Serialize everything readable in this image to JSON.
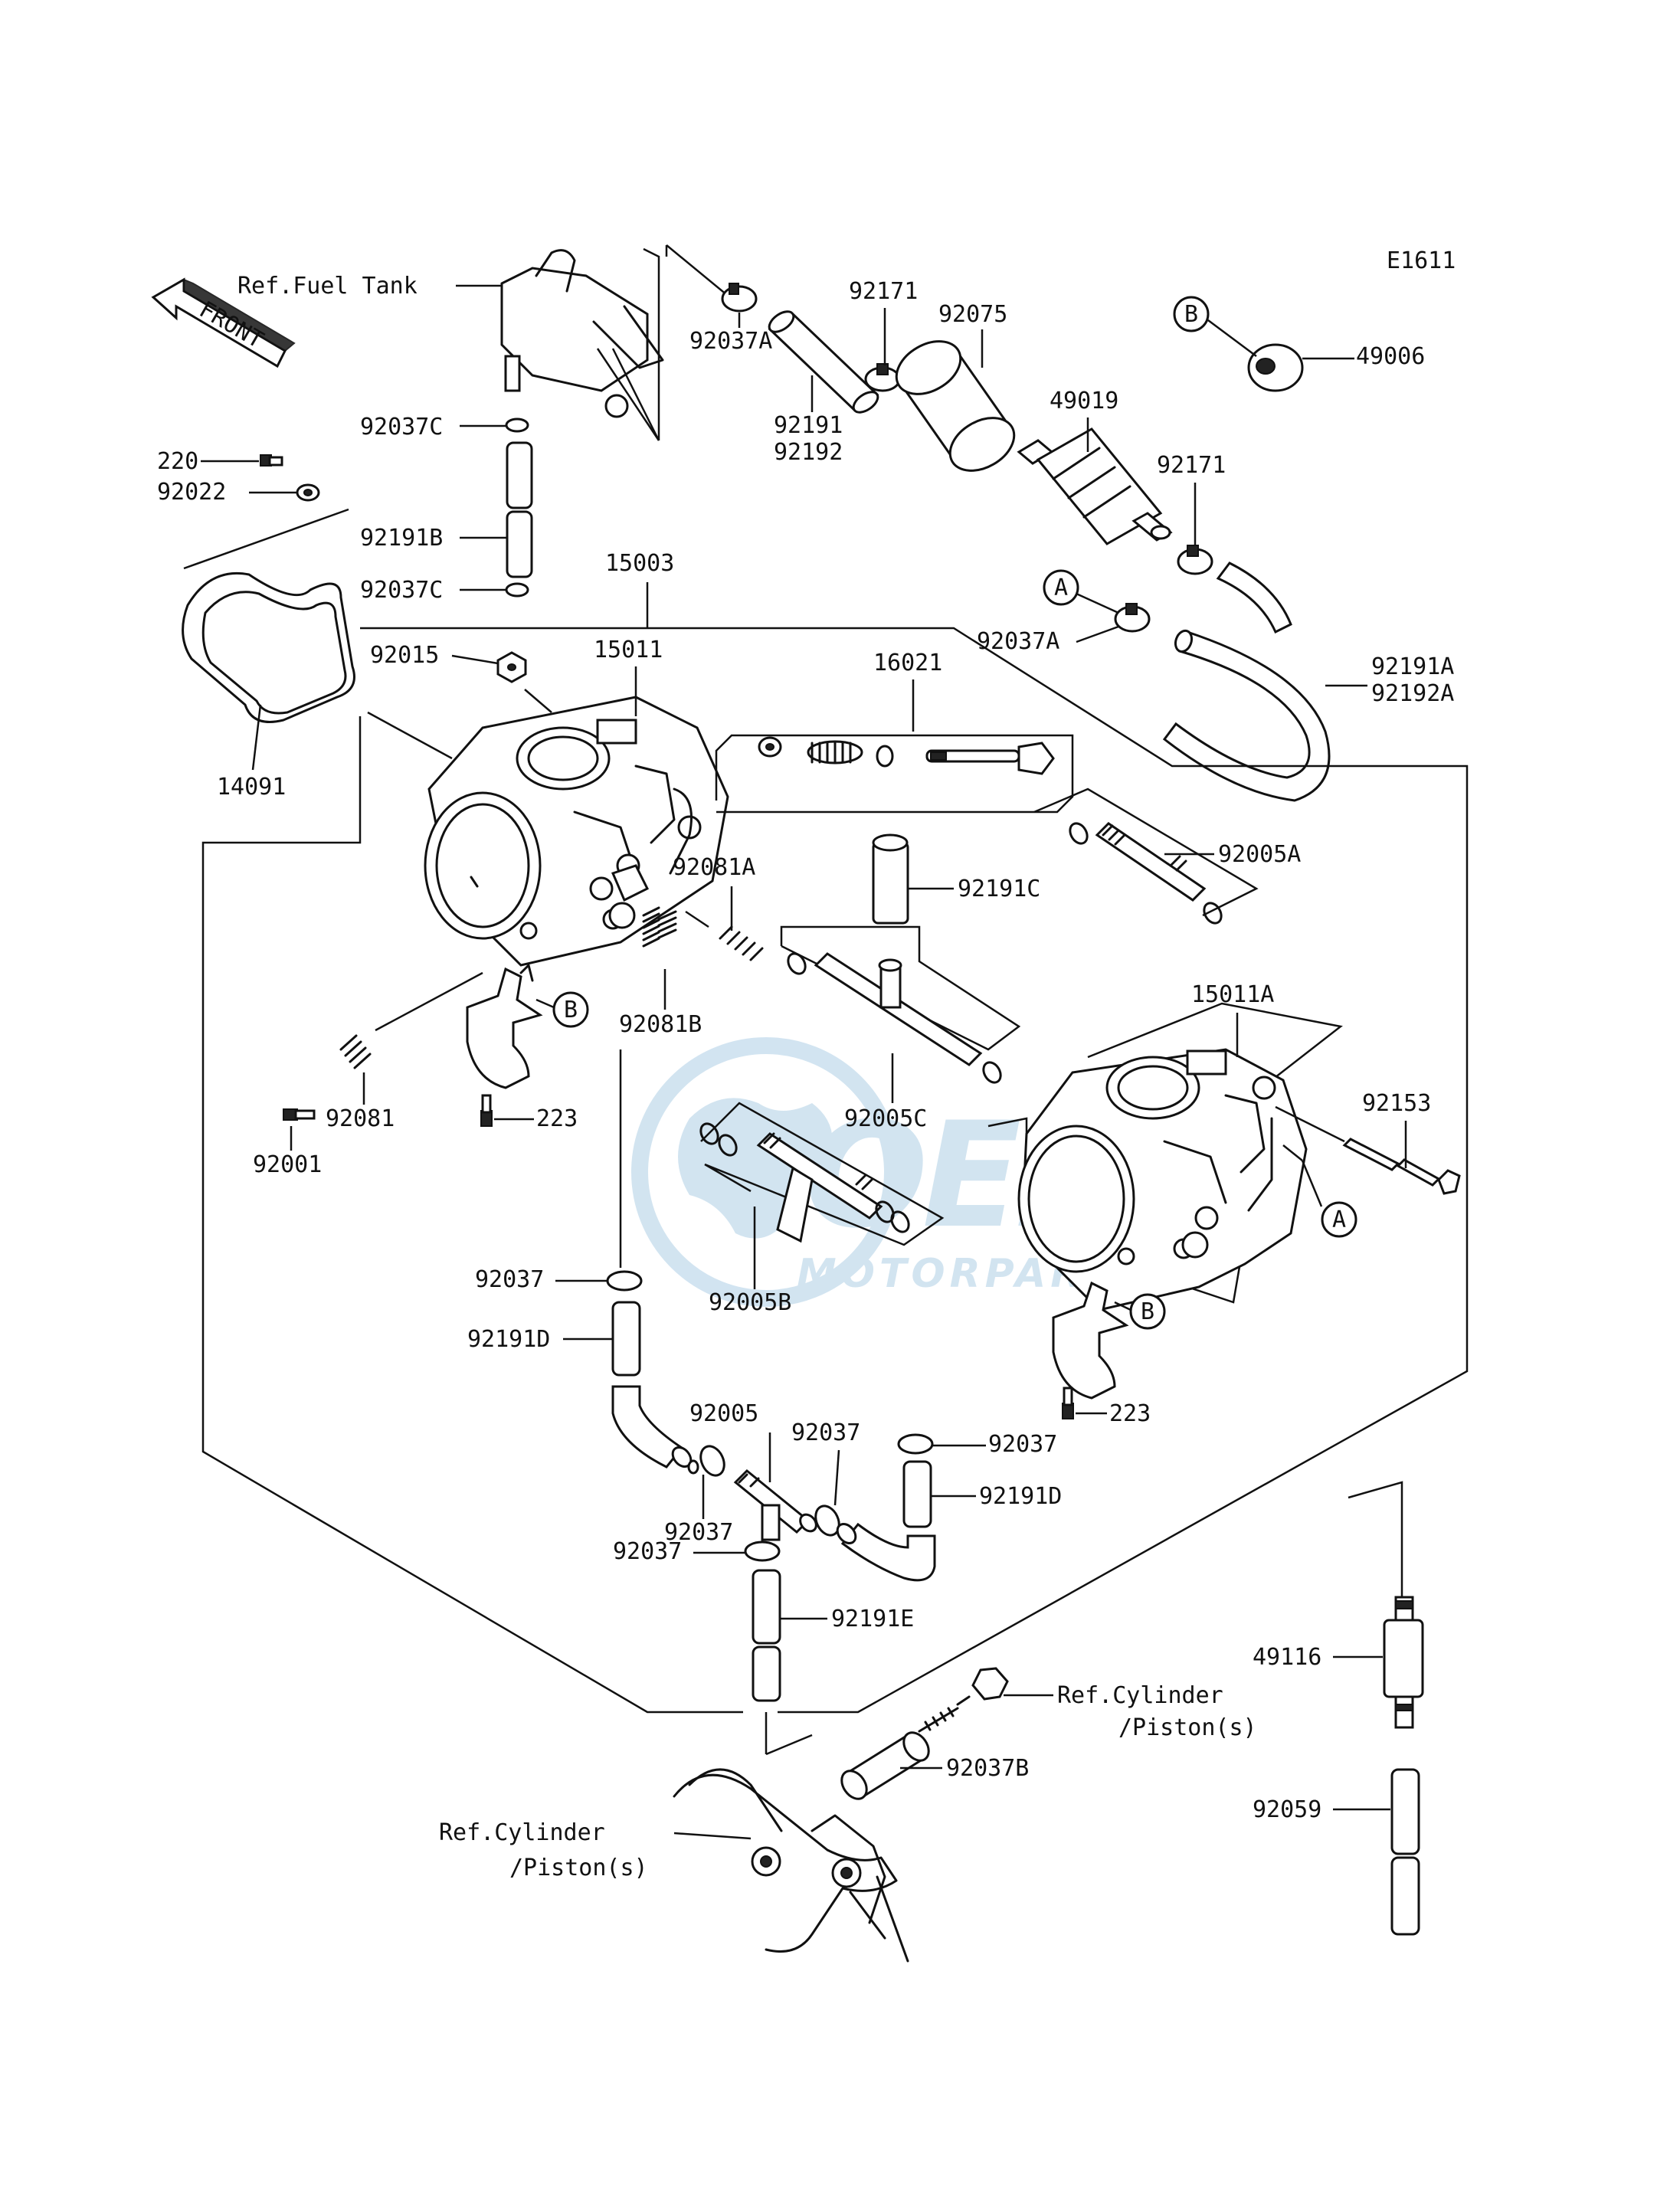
{
  "diagram_code": "E1611",
  "front_label": "FRONT",
  "watermark": {
    "brand": "OEM",
    "sub": "MOTORPARTS",
    "color": "#7fb3d6"
  },
  "references": {
    "fuel_tank": "Ref.Fuel Tank",
    "cyl_right_1": "Ref.Cylinder",
    "cyl_right_2": "/Piston(s)",
    "cyl_left_1": "Ref.Cylinder",
    "cyl_left_2": "/Piston(s)"
  },
  "callouts": {
    "a": "A",
    "b": "B"
  },
  "labels": {
    "p92037C_top": "92037C",
    "p220": "220",
    "p92022": "92022",
    "p92191B": "92191B",
    "p92037C_bot": "92037C",
    "p14091": "14091",
    "p15003": "15003",
    "p92015": "92015",
    "p15011": "15011",
    "p16021": "16021",
    "p92037A_top": "92037A",
    "p92191": "92191",
    "p92192": "92192",
    "p92171_top": "92171",
    "p92075": "92075",
    "p49019": "49019",
    "p92171_mid": "92171",
    "p49006": "49006",
    "p92037A_mid": "92037A",
    "p92191A": "92191A",
    "p92192A": "92192A",
    "p92005A": "92005A",
    "p92191C": "92191C",
    "p92081A": "92081A",
    "p92081B": "92081B",
    "p15011A": "15011A",
    "p92153": "92153",
    "p92081": "92081",
    "p92001": "92001",
    "p223_left": "223",
    "p92005C": "92005C",
    "p92005B": "92005B",
    "p92037_left": "92037",
    "p92191D_left": "92191D",
    "p223_right": "223",
    "p92005": "92005",
    "p92037_mid": "92037",
    "p92037_right": "92037",
    "p92191D_right": "92191D",
    "p92037_lower1": "92037",
    "p92037_lower2": "92037",
    "p92191E": "92191E",
    "p92037B": "92037B",
    "p49116": "49116",
    "p92059": "92059"
  }
}
